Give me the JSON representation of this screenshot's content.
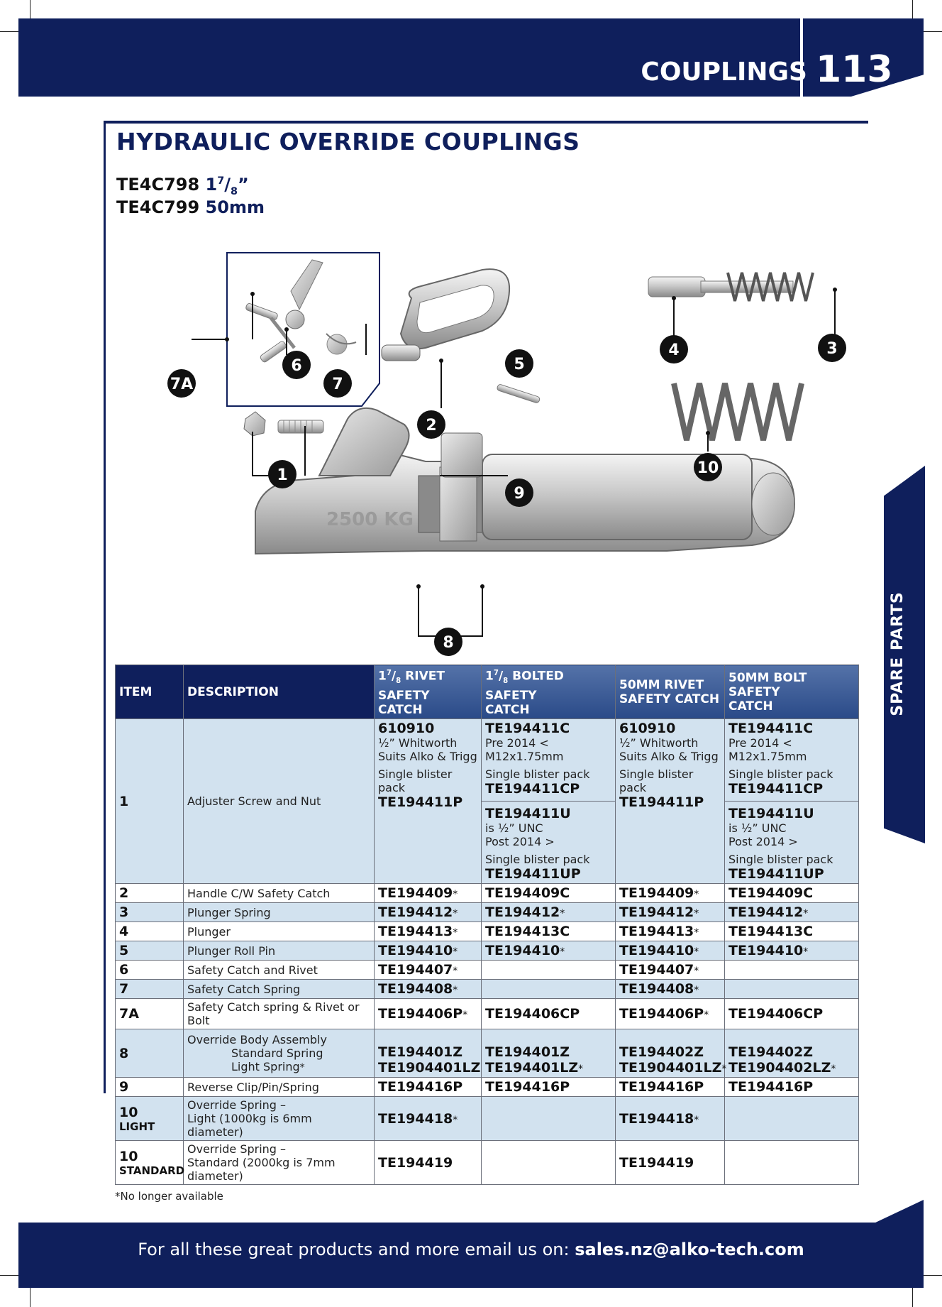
{
  "header": {
    "section": "COUPLINGS",
    "page_number": "113"
  },
  "side_tab": {
    "label": "SPARE PARTS"
  },
  "title": "HYDRAULIC OVERRIDE COUPLINGS",
  "models": [
    {
      "code": "TE4C798",
      "size_whole": "1",
      "size_num": "7",
      "size_den": "8",
      "size_unit": "”"
    },
    {
      "code": "TE4C799",
      "size": "50mm"
    }
  ],
  "callouts": [
    "1",
    "2",
    "3",
    "4",
    "5",
    "6",
    "7",
    "7A",
    "8",
    "9",
    "10"
  ],
  "diagram_mark": "2500 KG",
  "table": {
    "headers": {
      "item": "ITEM",
      "description": "DESCRIPTION",
      "c1_line2": "SAFETY CATCH",
      "c1_suffix": " RIVET",
      "c2_suffix": " BOLTED SAFETY",
      "c2_line2": "CATCH",
      "c3": "50MM RIVET",
      "c3_line2": "SAFETY CATCH",
      "c4": "50MM BOLT SAFETY",
      "c4_line2": "CATCH"
    },
    "row1": {
      "item": "1",
      "description": "Adjuster Screw and Nut",
      "c1": {
        "code": "610910",
        "note1": "½” Whitworth",
        "note2": "Suits Alko & Trigg",
        "pack": "Single blister pack",
        "pack_code": "TE194411P"
      },
      "c2a": {
        "code": "TE194411C",
        "note1": "Pre 2014 <",
        "note2": "M12x1.75mm",
        "pack": "Single blister pack",
        "pack_code": "TE194411CP"
      },
      "c2b": {
        "code": "TE194411U",
        "note1": "is ½” UNC",
        "note2": "Post 2014 >",
        "pack": "Single blister pack",
        "pack_code": "TE194411UP"
      },
      "c3": {
        "code": "610910",
        "note1": "½” Whitworth",
        "note2": "Suits Alko & Trigg",
        "pack": "Single blister pack",
        "pack_code": "TE194411P"
      },
      "c4a": {
        "code": "TE194411C",
        "note1": "Pre 2014 <",
        "note2": "M12x1.75mm",
        "pack": "Single blister pack",
        "pack_code": "TE194411CP"
      },
      "c4b": {
        "code": "TE194411U",
        "note1": "is ½” UNC",
        "note2": "Post 2014 >",
        "pack": "Single blister pack",
        "pack_code": "TE194411UP"
      }
    },
    "rows": [
      {
        "item": "2",
        "description": "Handle C/W Safety Catch",
        "c1": "TE194409",
        "c1s": "*",
        "c2": "TE194409C",
        "c2s": "",
        "c3": "TE194409",
        "c3s": "*",
        "c4": "TE194409C",
        "c4s": ""
      },
      {
        "item": "3",
        "description": "Plunger Spring",
        "c1": "TE194412",
        "c1s": "*",
        "c2": "TE194412",
        "c2s": "*",
        "c3": "TE194412",
        "c3s": "*",
        "c4": "TE194412",
        "c4s": "*"
      },
      {
        "item": "4",
        "description": "Plunger",
        "c1": "TE194413",
        "c1s": "*",
        "c2": "TE194413C",
        "c2s": "",
        "c3": "TE194413",
        "c3s": "*",
        "c4": "TE194413C",
        "c4s": ""
      },
      {
        "item": "5",
        "description": "Plunger Roll Pin",
        "c1": "TE194410",
        "c1s": "*",
        "c2": "TE194410",
        "c2s": "*",
        "c3": "TE194410",
        "c3s": "*",
        "c4": "TE194410",
        "c4s": "*"
      },
      {
        "item": "6",
        "description": "Safety Catch and Rivet",
        "c1": "TE194407",
        "c1s": "*",
        "c2": "",
        "c2s": "",
        "c3": "TE194407",
        "c3s": "*",
        "c4": "",
        "c4s": ""
      },
      {
        "item": "7",
        "description": "Safety Catch Spring",
        "c1": "TE194408",
        "c1s": "*",
        "c2": "",
        "c2s": "",
        "c3": "TE194408",
        "c3s": "*",
        "c4": "",
        "c4s": ""
      },
      {
        "item": "7A",
        "description": "Safety Catch spring & Rivet or Bolt",
        "c1": "TE194406P",
        "c1s": "*",
        "c2": "TE194406CP",
        "c2s": "",
        "c3": "TE194406P",
        "c3s": "*",
        "c4": "TE194406CP",
        "c4s": ""
      }
    ],
    "row8": {
      "item": "8",
      "desc1": "Override Body Assembly",
      "desc2": "Standard Spring",
      "desc3": "Light Spring",
      "desc3s": "*",
      "c1a": "TE194401Z",
      "c1b": "TE1904401LZ",
      "c1bs": "",
      "c2a": "TE194401Z",
      "c2b": "TE194401LZ",
      "c2bs": "*",
      "c3a": "TE194402Z",
      "c3b": "TE1904401LZ",
      "c3bs": "*",
      "c4a": "TE194402Z",
      "c4b": "TE1904402LZ",
      "c4bs": "*"
    },
    "row9": {
      "item": "9",
      "description": "Reverse Clip/Pin/Spring",
      "c1": "TE194416P",
      "c2": "TE194416P",
      "c3": "TE194416P",
      "c4": "TE194416P"
    },
    "row10l": {
      "item": "10",
      "item2": "LIGHT",
      "desc1": "Override Spring –",
      "desc2": "Light (1000kg is 6mm diameter)",
      "c1": "TE194418",
      "c1s": "*",
      "c3": "TE194418",
      "c3s": "*"
    },
    "row10s": {
      "item": "10",
      "item2": "STANDARD",
      "desc1": "Override Spring –",
      "desc2": "Standard (2000kg is 7mm diameter)",
      "c1": "TE194419",
      "c3": "TE194419"
    }
  },
  "footnote": "*No longer available",
  "footer": {
    "text": "For all these great products and more email us on:",
    "email": "sales.nz@alko-tech.com"
  },
  "colors": {
    "navy": "#0f1f5c",
    "row_alt": "#d2e2ef",
    "header_gradient": "#5472a8"
  }
}
